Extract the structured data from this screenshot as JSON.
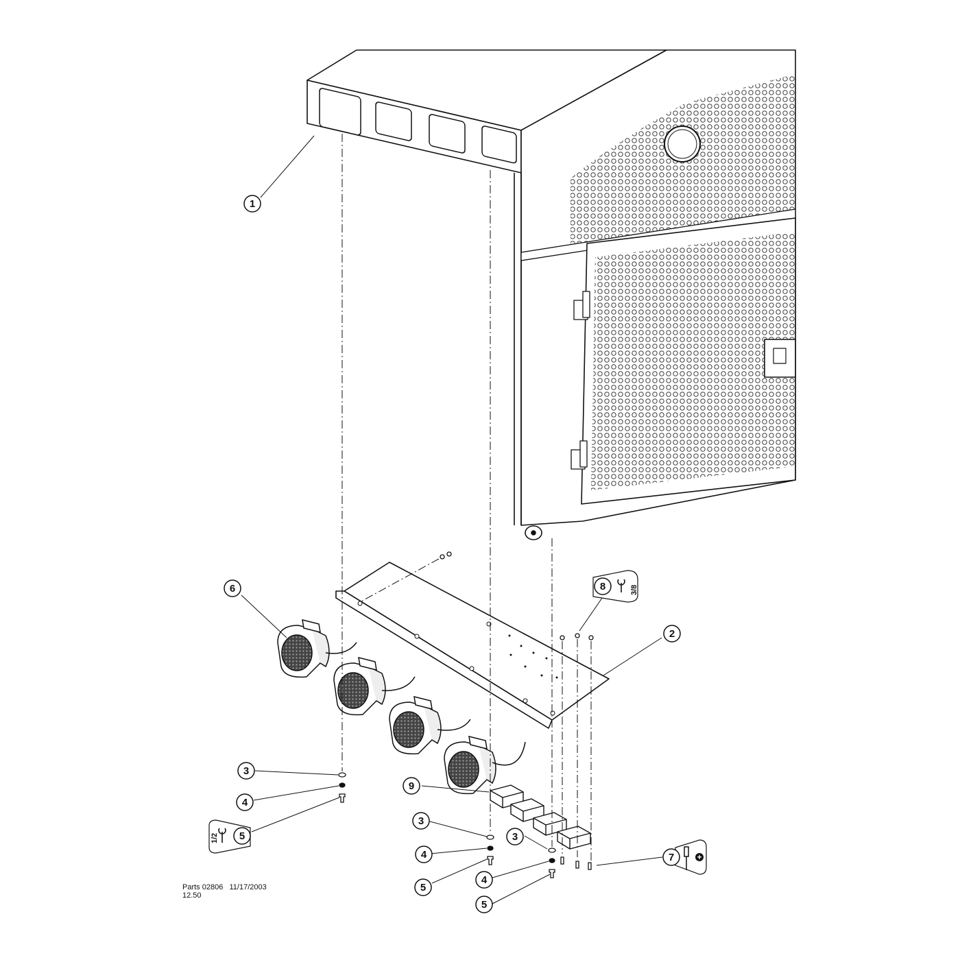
{
  "callouts": [
    {
      "id": "c1",
      "label": "1"
    },
    {
      "id": "c2",
      "label": "2"
    },
    {
      "id": "c3a",
      "label": "3"
    },
    {
      "id": "c4a",
      "label": "4"
    },
    {
      "id": "c5a",
      "label": "5"
    },
    {
      "id": "c6",
      "label": "6"
    },
    {
      "id": "c7",
      "label": "7"
    },
    {
      "id": "c8",
      "label": "8"
    },
    {
      "id": "c9",
      "label": "9"
    },
    {
      "id": "c3b",
      "label": "3"
    },
    {
      "id": "c4b",
      "label": "4"
    },
    {
      "id": "c5b",
      "label": "5"
    },
    {
      "id": "c3c",
      "label": "3"
    },
    {
      "id": "c4c",
      "label": "4"
    },
    {
      "id": "c5c",
      "label": "5"
    }
  ],
  "tool_tags": {
    "wrench_large": "3/8",
    "wrench_small": "1/2",
    "screwdriver": "+"
  },
  "footer": {
    "line1": "Parts 02806   11/17/2003",
    "line2": "12.50"
  }
}
